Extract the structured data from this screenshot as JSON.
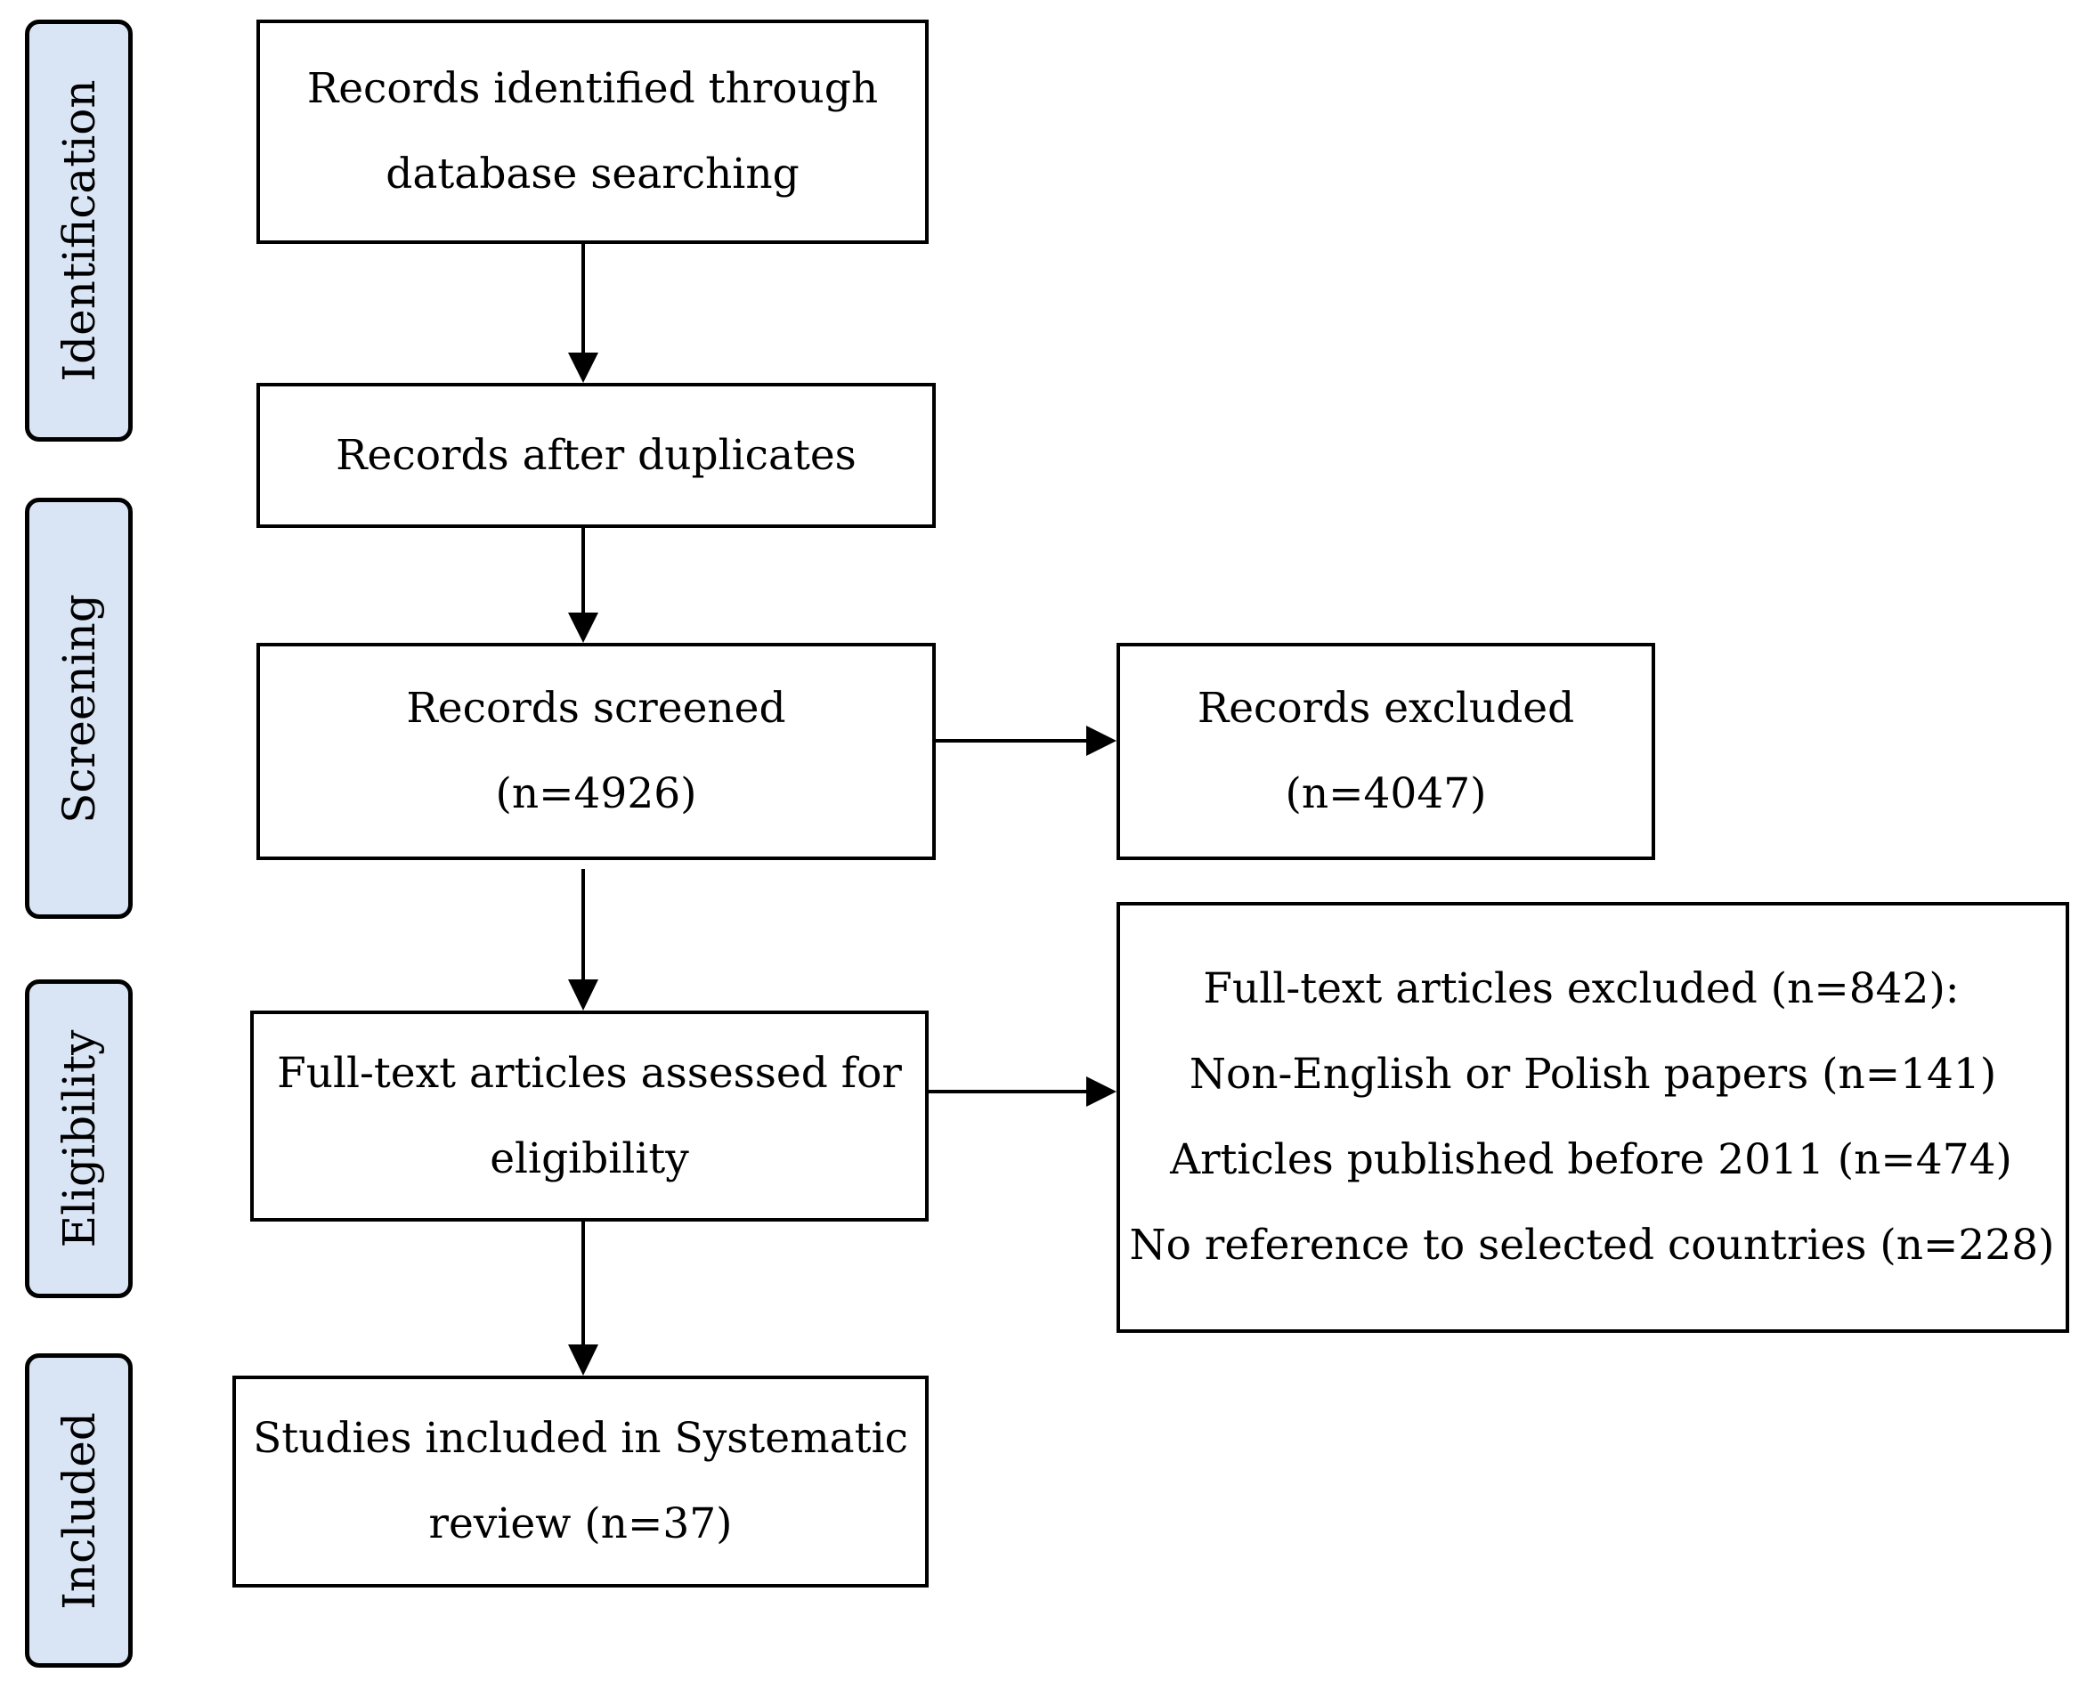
{
  "phases": {
    "identification": "Identification",
    "screening": "Screening",
    "eligibility": "Eligibility",
    "included": "Included"
  },
  "boxes": {
    "identified": {
      "line1": "Records identified through",
      "line2": "database searching"
    },
    "after_duplicates": {
      "line1": "Records after duplicates"
    },
    "screened": {
      "line1": "Records screened",
      "line2": "(n=4926)"
    },
    "excluded": {
      "line1": "Records excluded",
      "line2": "(n=4047)"
    },
    "full_text_assessed": {
      "line1": "Full-text articles assessed for",
      "line2": "eligibility"
    },
    "full_text_excluded": {
      "header": "Full-text articles excluded (n=842):",
      "reasons": [
        "Non-English or Polish papers (n=141)",
        "Articles published before 2011 (n=474)",
        "No reference to selected countries (n=228)"
      ]
    },
    "included": {
      "line1": "Studies included in Systematic",
      "line2": "review (n=37)"
    }
  },
  "colors": {
    "phase_fill": "#d9e5f5",
    "stroke": "#000000",
    "background": "#ffffff"
  }
}
